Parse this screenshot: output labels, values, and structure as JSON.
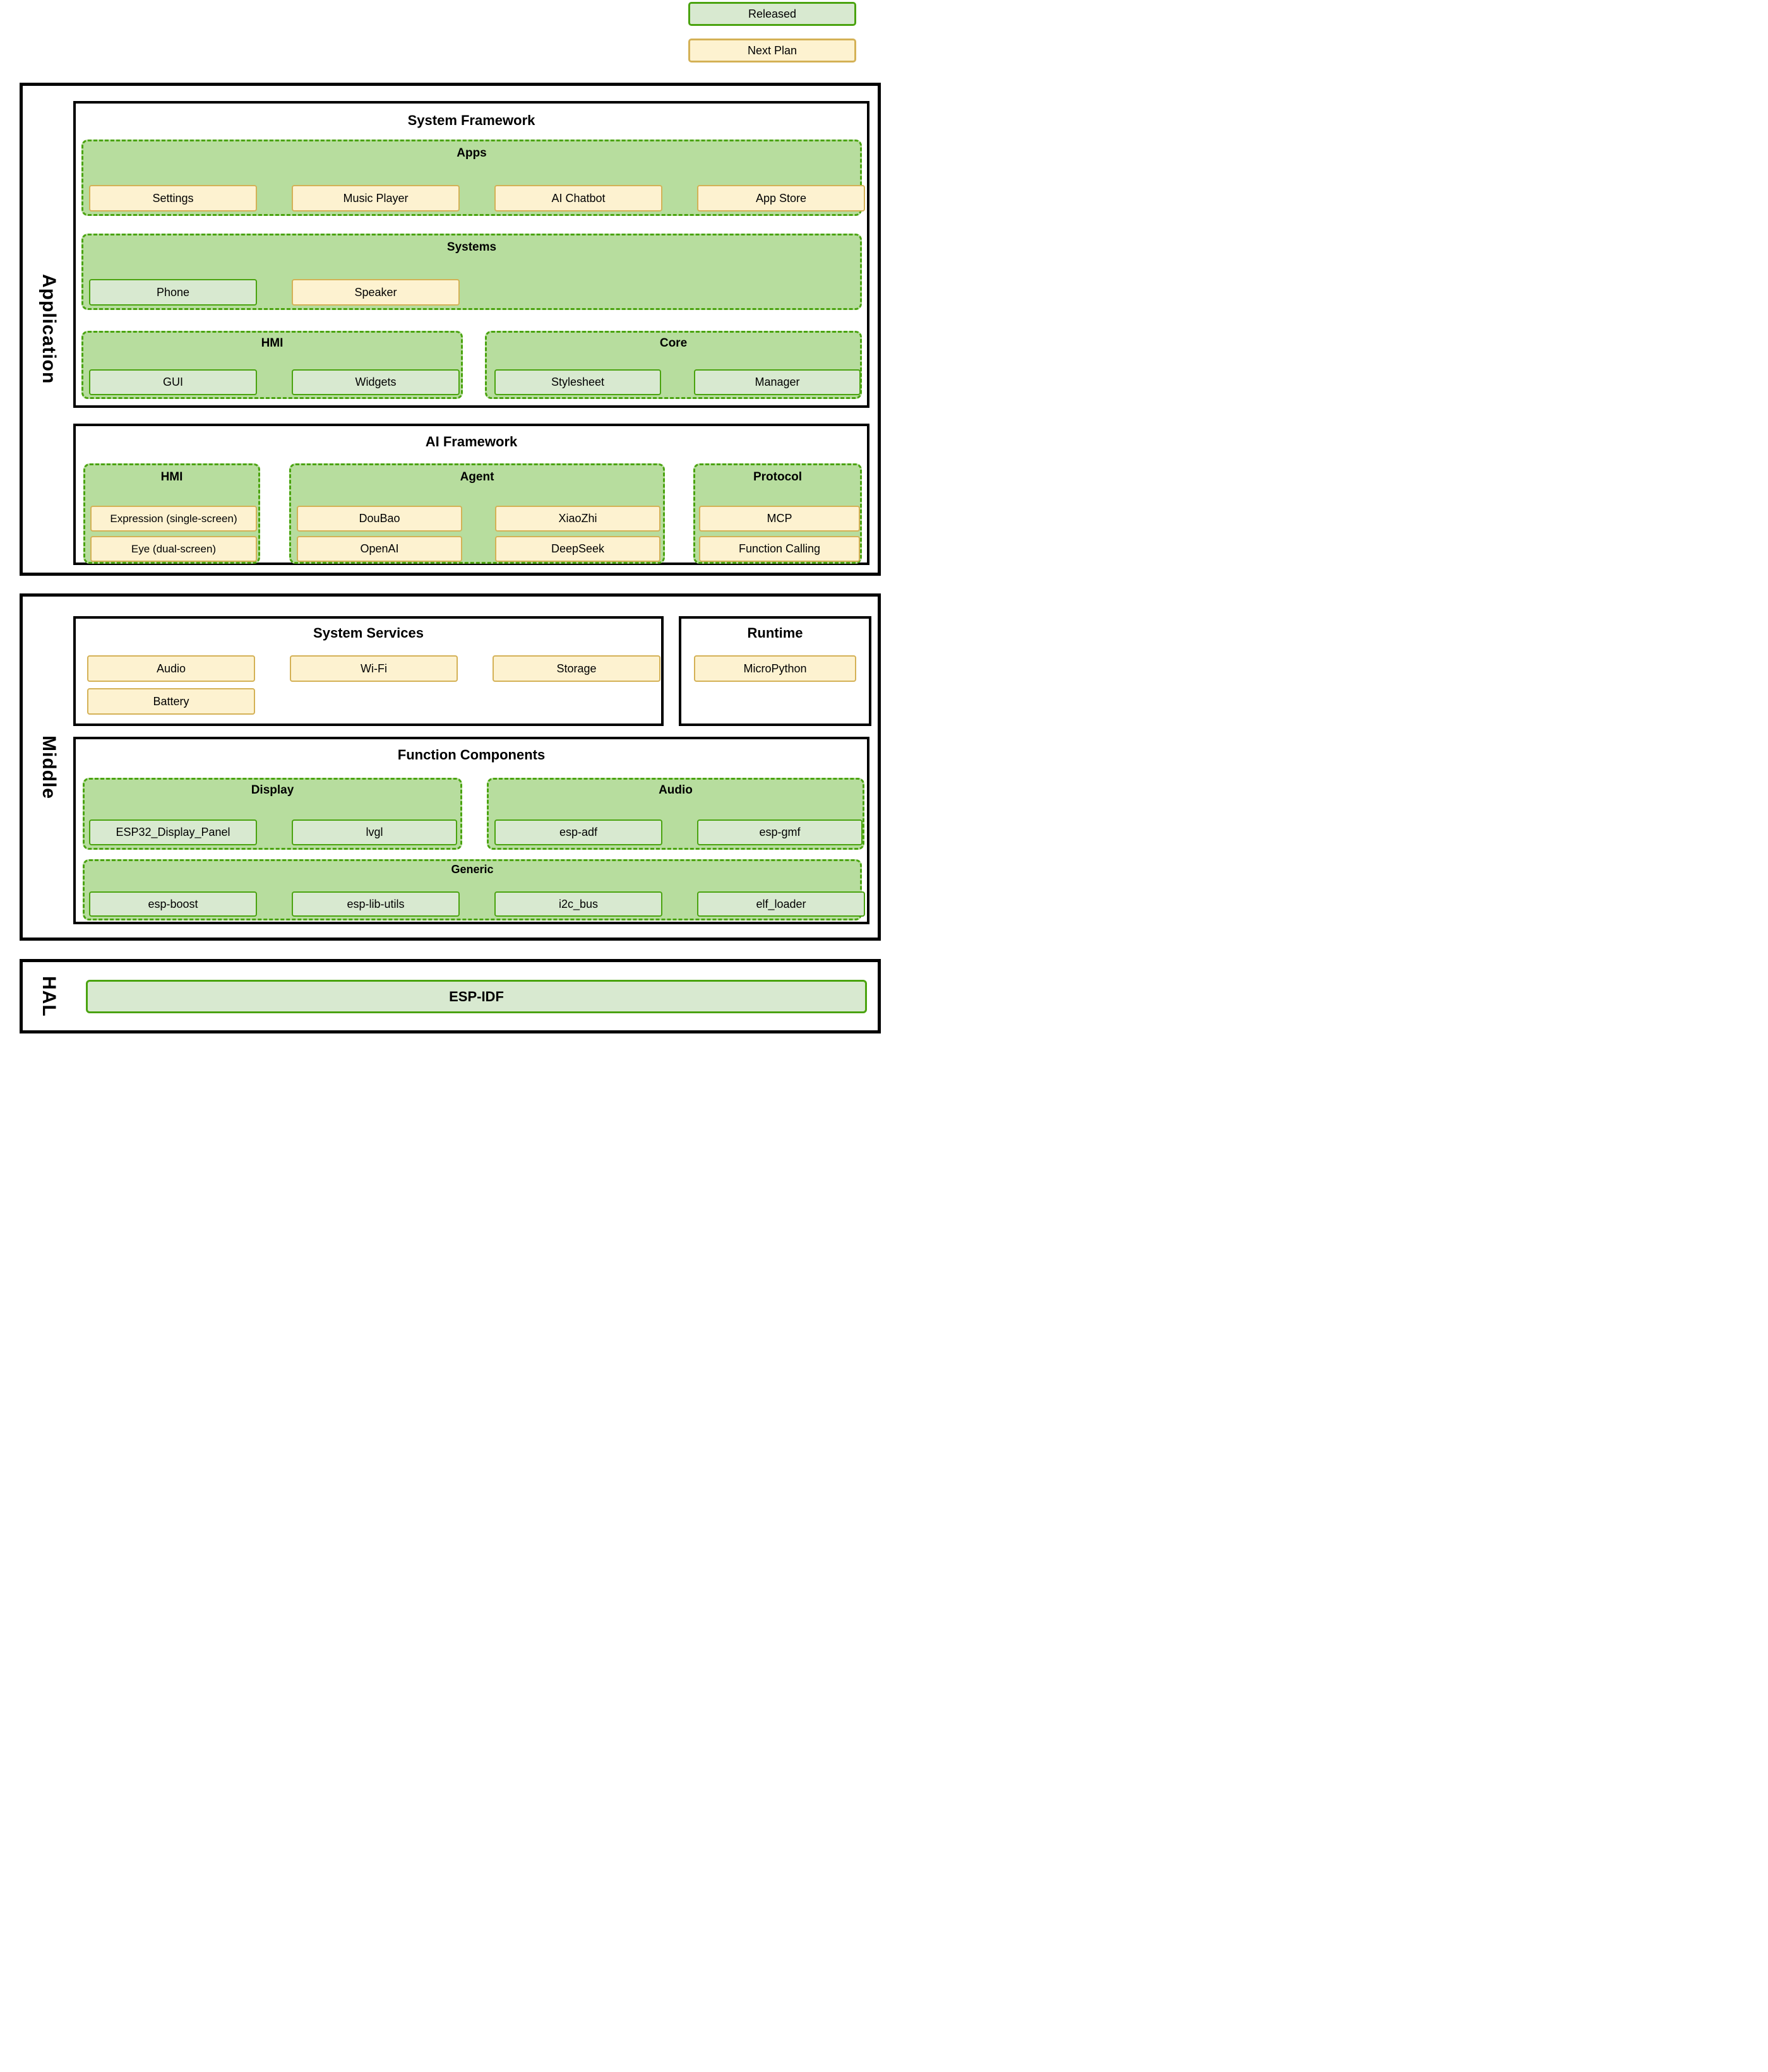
{
  "legend": {
    "released": "Released",
    "next_plan": "Next Plan"
  },
  "layers": {
    "application": "Application",
    "middle": "Middle",
    "hal": "HAL"
  },
  "colors": {
    "released_fill": "#d8e9d0",
    "released_border": "#4aa30f",
    "plan_fill": "#fdf2d0",
    "plan_border": "#d4b156",
    "container_fill": "#b7dd9e",
    "container_border": "#4aa30f"
  },
  "application": {
    "system_framework": {
      "title": "System Framework",
      "apps": {
        "label": "Apps",
        "items": [
          {
            "label": "Settings",
            "status": "plan"
          },
          {
            "label": "Music Player",
            "status": "plan"
          },
          {
            "label": "AI Chatbot",
            "status": "plan"
          },
          {
            "label": "App Store",
            "status": "plan"
          }
        ]
      },
      "systems": {
        "label": "Systems",
        "items": [
          {
            "label": "Phone",
            "status": "released"
          },
          {
            "label": "Speaker",
            "status": "plan"
          }
        ]
      },
      "hmi": {
        "label": "HMI",
        "items": [
          {
            "label": "GUI",
            "status": "released"
          },
          {
            "label": "Widgets",
            "status": "released"
          }
        ]
      },
      "core": {
        "label": "Core",
        "items": [
          {
            "label": "Stylesheet",
            "status": "released"
          },
          {
            "label": "Manager",
            "status": "released"
          }
        ]
      }
    },
    "ai_framework": {
      "title": "AI Framework",
      "hmi": {
        "label": "HMI",
        "items": [
          {
            "label": "Expression (single-screen)",
            "status": "plan"
          },
          {
            "label": "Eye (dual-screen)",
            "status": "plan"
          }
        ]
      },
      "agent": {
        "label": "Agent",
        "items": [
          {
            "label": "DouBao",
            "status": "plan"
          },
          {
            "label": "XiaoZhi",
            "status": "plan"
          },
          {
            "label": "OpenAI",
            "status": "plan"
          },
          {
            "label": "DeepSeek",
            "status": "plan"
          }
        ]
      },
      "protocol": {
        "label": "Protocol",
        "items": [
          {
            "label": "MCP",
            "status": "plan"
          },
          {
            "label": "Function Calling",
            "status": "plan"
          }
        ]
      }
    }
  },
  "middle": {
    "system_services": {
      "title": "System Services",
      "items": [
        {
          "label": "Audio",
          "status": "plan"
        },
        {
          "label": "Wi-Fi",
          "status": "plan"
        },
        {
          "label": "Storage",
          "status": "plan"
        },
        {
          "label": "Battery",
          "status": "plan"
        }
      ]
    },
    "runtime": {
      "title": "Runtime",
      "items": [
        {
          "label": "MicroPython",
          "status": "plan"
        }
      ]
    },
    "function_components": {
      "title": "Function Components",
      "display": {
        "label": "Display",
        "items": [
          {
            "label": "ESP32_Display_Panel",
            "status": "released"
          },
          {
            "label": "lvgl",
            "status": "released"
          }
        ]
      },
      "audio": {
        "label": "Audio",
        "items": [
          {
            "label": "esp-adf",
            "status": "released"
          },
          {
            "label": "esp-gmf",
            "status": "released"
          }
        ]
      },
      "generic": {
        "label": "Generic",
        "items": [
          {
            "label": "esp-boost",
            "status": "released"
          },
          {
            "label": "esp-lib-utils",
            "status": "released"
          },
          {
            "label": "i2c_bus",
            "status": "released"
          },
          {
            "label": "elf_loader",
            "status": "released"
          }
        ]
      }
    }
  },
  "hal": {
    "esp_idf": {
      "label": "ESP-IDF",
      "status": "released"
    }
  }
}
